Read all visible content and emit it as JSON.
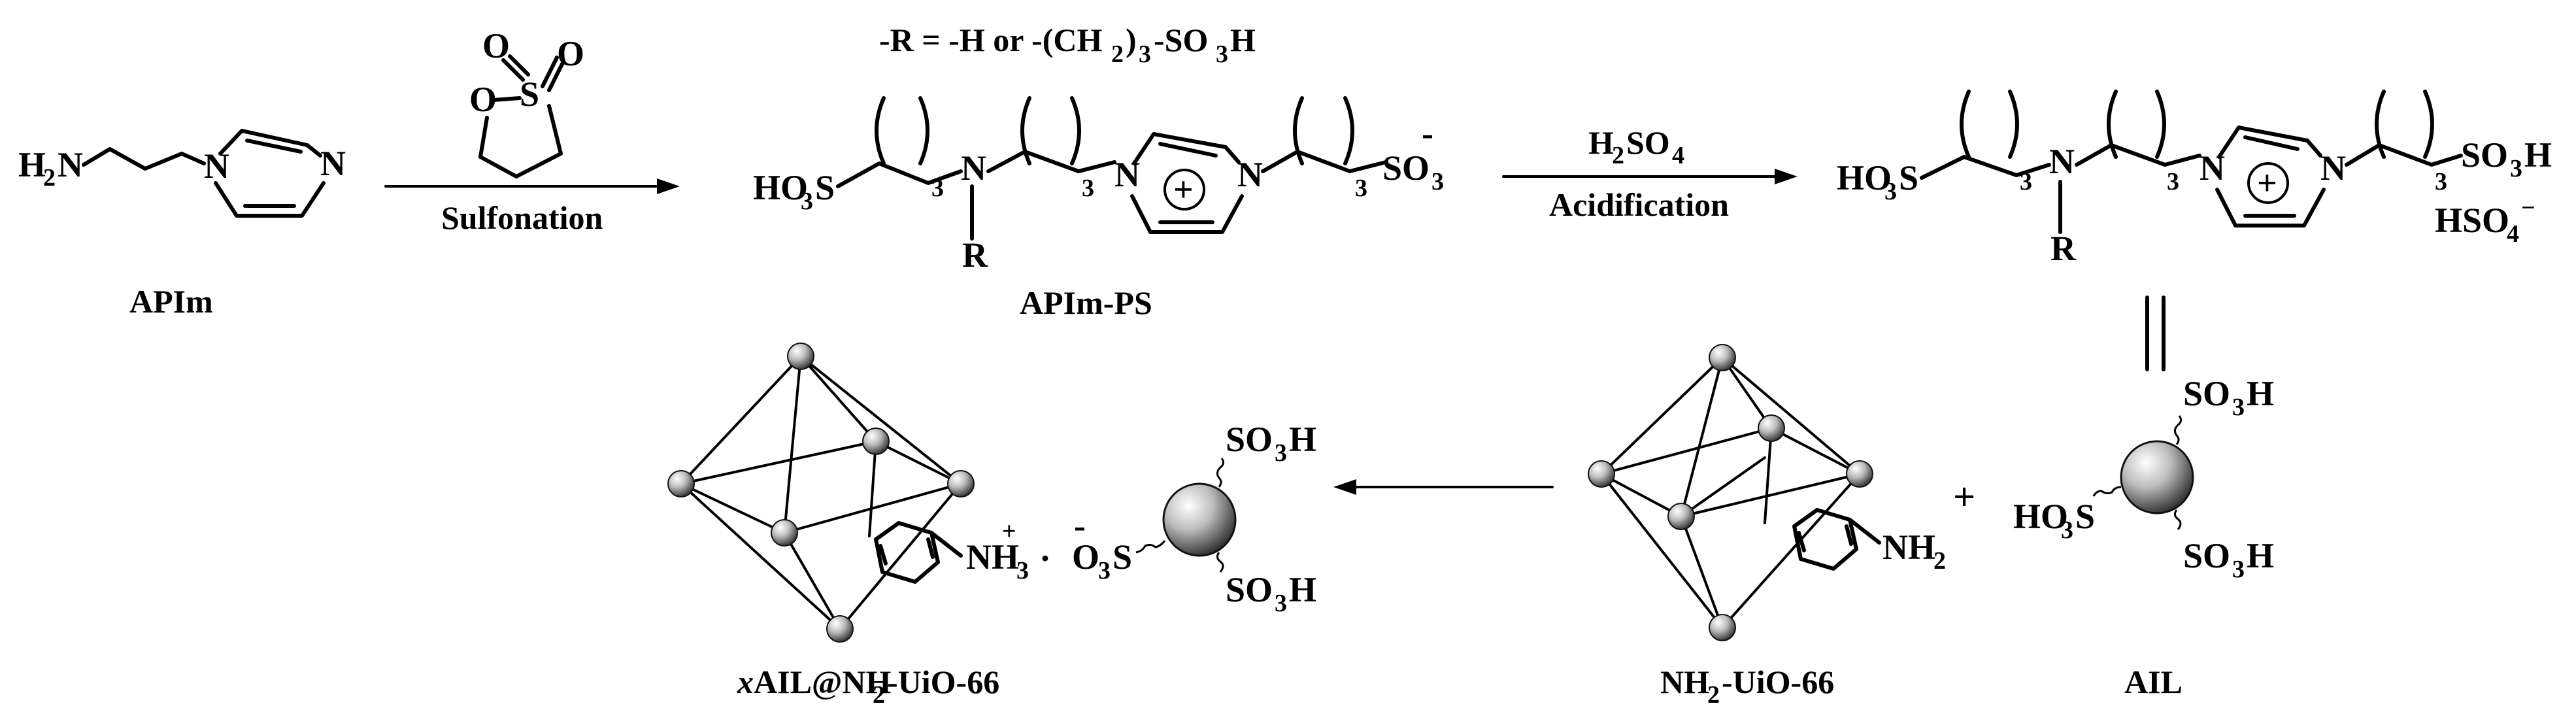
{
  "reagents": {
    "sulfonation": "Sulfonation",
    "acid_main": "H",
    "acid_sub2": "2",
    "acid_rest": "SO",
    "acid_sub4": "4",
    "acidification": "Acidification"
  },
  "r_group": {
    "prefix": "-R = -H or -(CH",
    "sub2": "2",
    "mid": ")",
    "sub3": "3",
    "end": "-SO",
    "sub3b": "3",
    "tail": "H"
  },
  "apim": {
    "label": "APIm",
    "h2n_h": "H",
    "h2n_sub": "2",
    "h2n_n": "N",
    "n1": "N",
    "n3": "N"
  },
  "sultone": {
    "o_ring": "O",
    "s": "S",
    "o1": "O",
    "o2": "O"
  },
  "apim_ps": {
    "label": "APIm-PS",
    "ho3s_a": "HO",
    "ho3s_sub": "3",
    "ho3s_b": "S",
    "n_amine": "N",
    "r": "R",
    "sub_3a": "3",
    "sub_3b": "3",
    "sub_3c": "3",
    "n_ring1": "N",
    "n_ring2": "N",
    "plus": "+",
    "so3_a": "SO",
    "so3_sub": "3",
    "minus": "-"
  },
  "ail_chain": {
    "ho3s_a": "HO",
    "ho3s_sub": "3",
    "ho3s_b": "S",
    "n_amine": "N",
    "r": "R",
    "sub_3a": "3",
    "sub_3b": "3",
    "sub_3c": "3",
    "n_ring1": "N",
    "n_ring2": "N",
    "plus": "+",
    "so3h_a": "SO",
    "so3h_sub": "3",
    "so3h_b": "H",
    "hso4_a": "HSO",
    "hso4_sub": "4",
    "hso4_minus": "−"
  },
  "ail": {
    "label": "AIL",
    "top_a": "SO",
    "top_sub": "3",
    "top_b": "H",
    "left_a": "HO",
    "left_sub": "3",
    "left_b": "S",
    "right_a": "SO",
    "right_sub": "3",
    "right_b": "H"
  },
  "nh2_uio": {
    "label_a": "NH",
    "label_sub": "2",
    "label_b": "-UiO-66",
    "nh2_a": "NH",
    "nh2_sub": "2"
  },
  "composite": {
    "label_x": "x",
    "label_a": "AIL@NH",
    "label_sub": "2",
    "label_b": "-UiO-66",
    "nh3_a": "NH",
    "nh3_sub": "3",
    "nh3_plus": "+",
    "dot": "·",
    "o3s_a": "O",
    "o3s_sub": "3",
    "o3s_b": "S",
    "o3s_minus": "-",
    "top_a": "SO",
    "top_sub": "3",
    "top_b": "H",
    "bot_a": "SO",
    "bot_sub": "3",
    "bot_b": "H"
  },
  "plus_sign": "+"
}
